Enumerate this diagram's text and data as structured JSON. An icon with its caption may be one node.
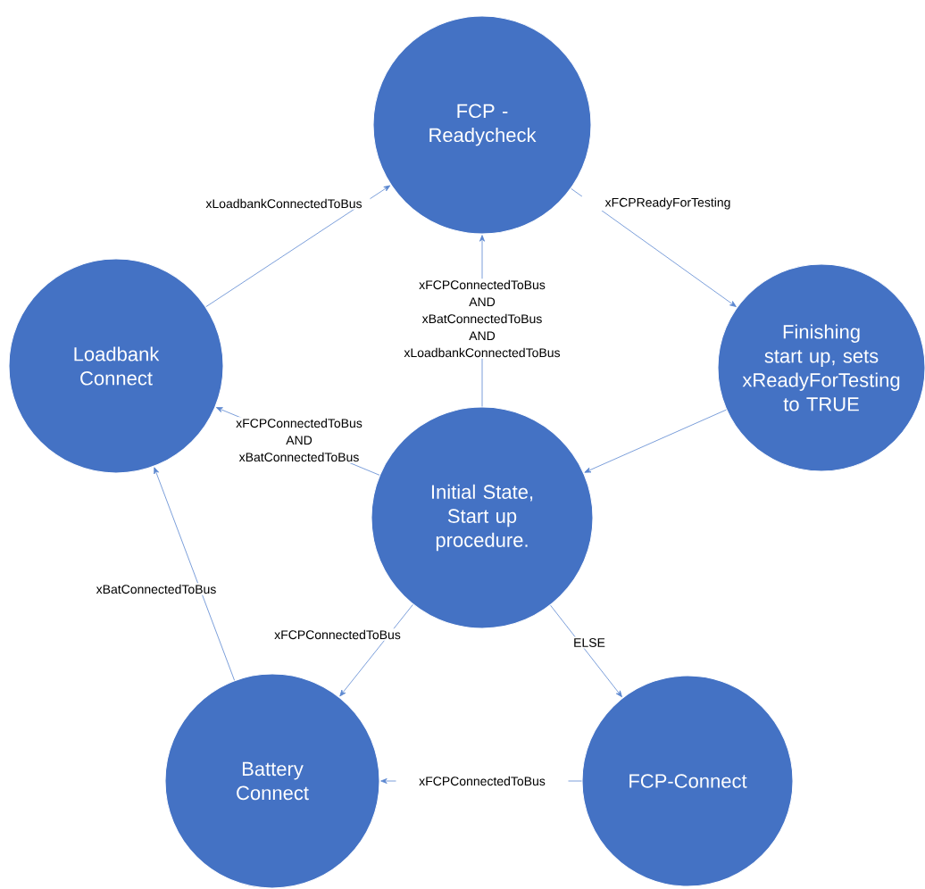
{
  "diagram": {
    "nodes": [
      {
        "text": [
          "FCP - Readycheck"
        ]
      },
      {
        "text": [
          "Finishing start up, sets xReadyForTesting to TRUE"
        ]
      },
      {
        "text": [
          "Initial State, Start up procedure."
        ]
      },
      {
        "text": [
          "Loadbank Connect"
        ]
      },
      {
        "text": [
          "Battery Connect"
        ]
      },
      {
        "text": [
          "FCP-Connect"
        ]
      }
    ],
    "edges": [
      {
        "from": 3,
        "to": 0,
        "arrow": "to",
        "label": "xLoadbankConnectedToBus"
      },
      {
        "from": 0,
        "to": 1,
        "arrow": "to",
        "label": "xFCPReadyForTesting"
      },
      {
        "from": 1,
        "to": 2,
        "arrow": "to"
      },
      {
        "from": 2,
        "to": 0,
        "arrow": "to",
        "label": "xFCPConnectedToBus AND xBatConnectedToBus AND xLoadbankConnectedToBus"
      },
      {
        "from": 2,
        "to": 3,
        "arrow": "to",
        "label": "xFCPConnectedToBus AND xBatConnectedToBus"
      },
      {
        "from": 2,
        "to": 4,
        "arrow": "to",
        "label": "xFCPConnectedToBus"
      },
      {
        "from": 2,
        "to": 5,
        "arrow": "to",
        "label": "ELSE"
      },
      {
        "from": 5,
        "to": 4,
        "arrow": "to",
        "label": "xFCPConnectedToBus"
      },
      {
        "from": 4,
        "to": 3,
        "arrow": "to",
        "label": "xBatConnectedToBus"
      }
    ]
  }
}
